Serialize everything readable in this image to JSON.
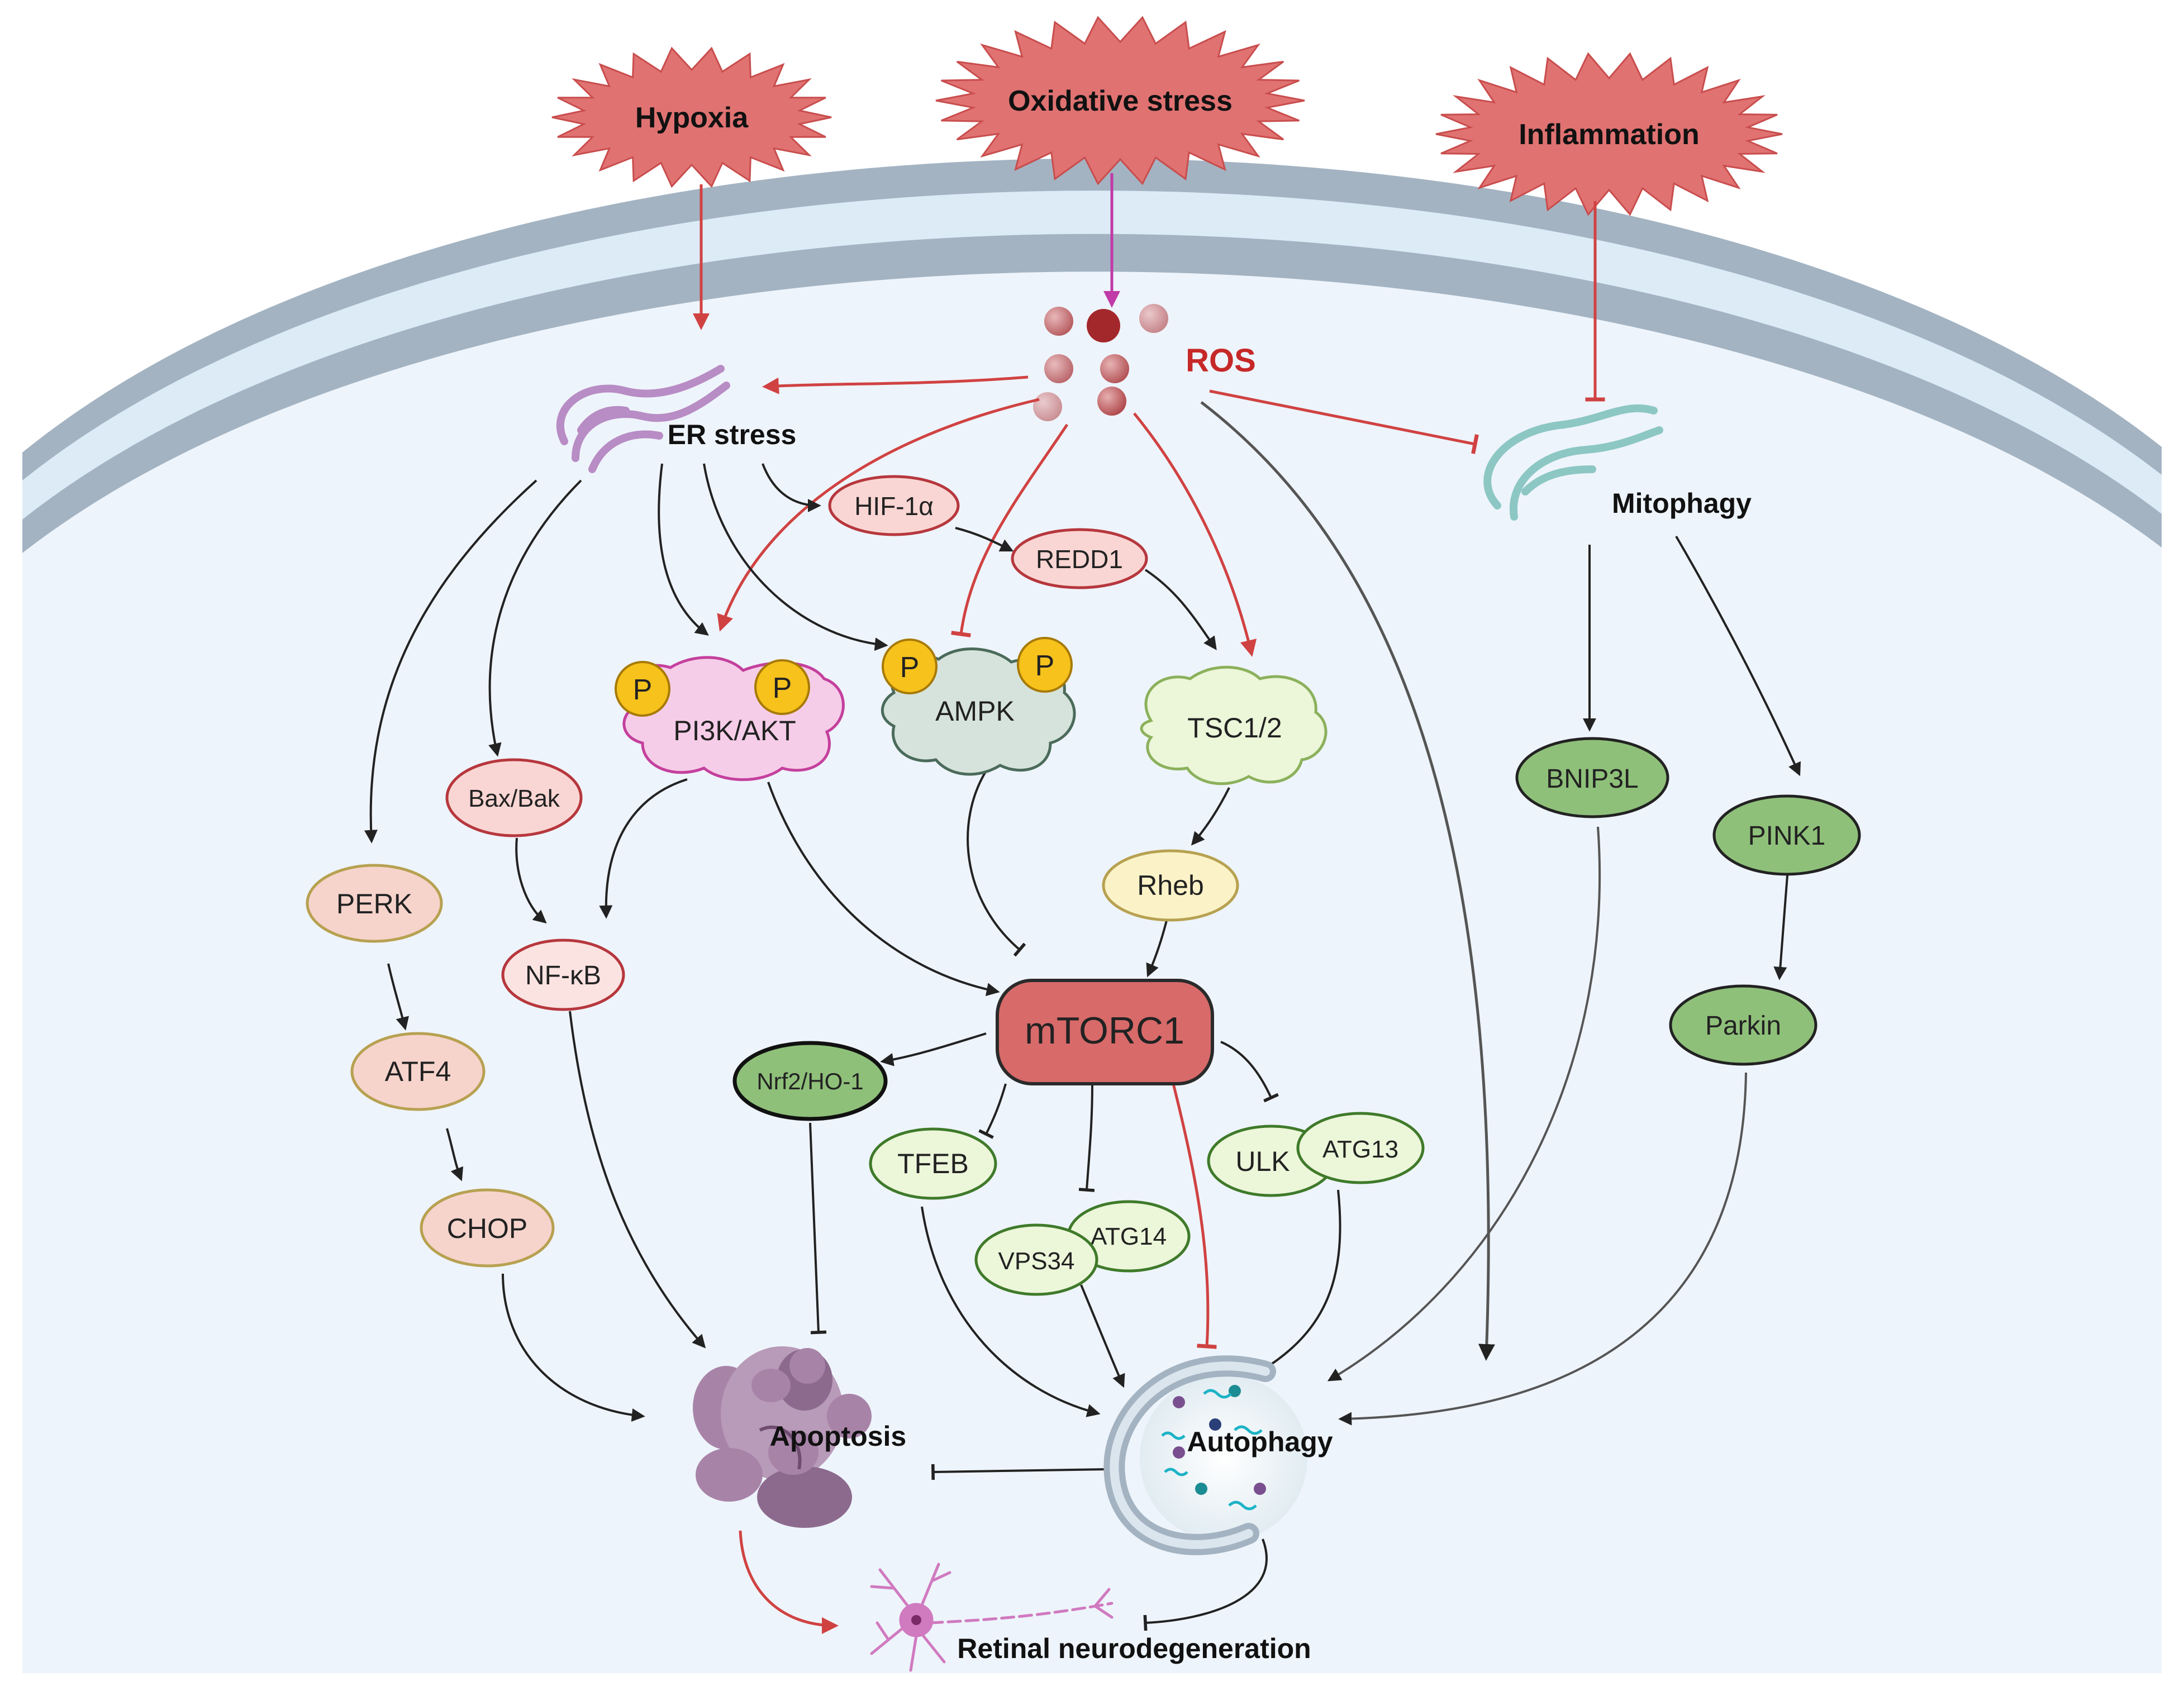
{
  "stressors": {
    "hypoxia": "Hypoxia",
    "oxidative_stress": "Oxidative stress",
    "inflammation": "Inflammation"
  },
  "labels": {
    "ros": "ROS",
    "er_stress": "ER stress",
    "mitophagy": "Mitophagy",
    "apoptosis": "Apoptosis",
    "autophagy": "Autophagy",
    "retinal_neurodegeneration": "Retinal neurodegeneration",
    "phospho": "P"
  },
  "nodes": {
    "hif1a": "HIF-1α",
    "redd1": "REDD1",
    "pi3k_akt": "PI3K/AKT",
    "ampk": "AMPK",
    "tsc12": "TSC1/2",
    "bax_bak": "Bax/Bak",
    "perk": "PERK",
    "nfkb": "NF-κB",
    "rheb": "Rheb",
    "mtorc1": "mTORC1",
    "atf4": "ATF4",
    "nrf2_ho1": "Nrf2/HO-1",
    "chop": "CHOP",
    "tfeb": "TFEB",
    "vps34": "VPS34",
    "atg14": "ATG14",
    "ulk": "ULK",
    "atg13": "ATG13",
    "bnip3l": "BNIP3L",
    "pink1": "PINK1",
    "parkin": "Parkin"
  },
  "colors": {
    "stress_burst": "#e07272",
    "membrane_band": "#a3b3c2",
    "cytoplasm": "#eef4fb",
    "ros_text": "#c62828",
    "red_arrow": "#d04242",
    "magenta_arrow": "#c03aa8",
    "black_arrow": "#222222",
    "pink_node": "#f9d6d3",
    "green_node": "#8fc07a",
    "light_green_node": "#e8f4d8",
    "yellow_node": "#fbf3c7",
    "mtorc1": "#d86a6a",
    "phospho": "#f6c21b"
  }
}
